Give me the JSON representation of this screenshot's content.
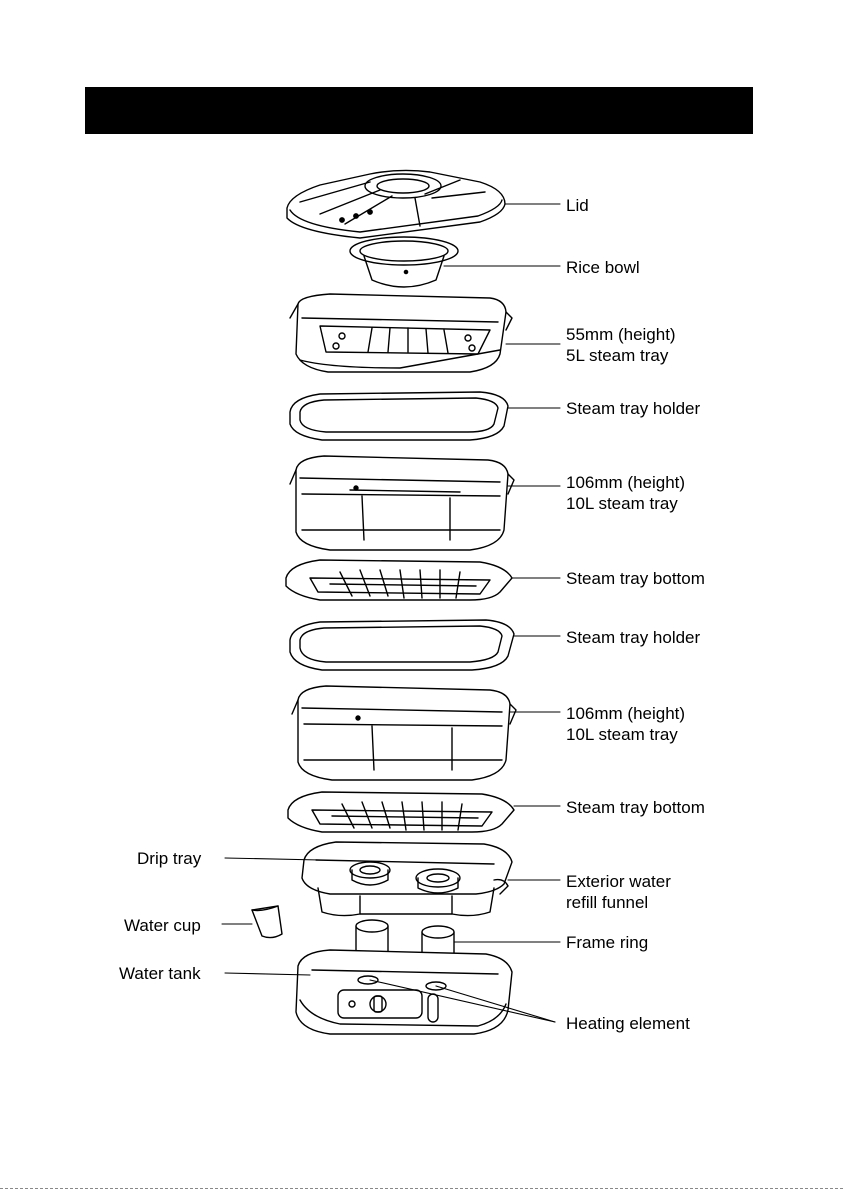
{
  "diagram": {
    "parts_right": [
      {
        "id": "lid",
        "lines": [
          "Lid"
        ]
      },
      {
        "id": "rice-bowl",
        "lines": [
          "Rice bowl"
        ]
      },
      {
        "id": "steam-tray-5l",
        "lines": [
          "55mm (height)",
          "5L steam tray"
        ]
      },
      {
        "id": "steam-tray-holder-1",
        "lines": [
          "Steam tray holder"
        ]
      },
      {
        "id": "steam-tray-10l-1",
        "lines": [
          "106mm (height)",
          "10L steam tray"
        ]
      },
      {
        "id": "steam-tray-bottom-1",
        "lines": [
          "Steam tray bottom"
        ]
      },
      {
        "id": "steam-tray-holder-2",
        "lines": [
          "Steam tray holder"
        ]
      },
      {
        "id": "steam-tray-10l-2",
        "lines": [
          "106mm (height)",
          "10L steam tray"
        ]
      },
      {
        "id": "steam-tray-bottom-2",
        "lines": [
          "Steam tray bottom"
        ]
      },
      {
        "id": "refill-funnel",
        "lines": [
          "Exterior water",
          "refill funnel"
        ]
      },
      {
        "id": "frame-ring",
        "lines": [
          "Frame ring"
        ]
      },
      {
        "id": "heating-element",
        "lines": [
          "Heating element"
        ]
      }
    ],
    "parts_left": [
      {
        "id": "drip-tray",
        "lines": [
          "Drip tray"
        ]
      },
      {
        "id": "water-cup",
        "lines": [
          "Water cup"
        ]
      },
      {
        "id": "water-tank",
        "lines": [
          "Water tank"
        ]
      }
    ]
  }
}
